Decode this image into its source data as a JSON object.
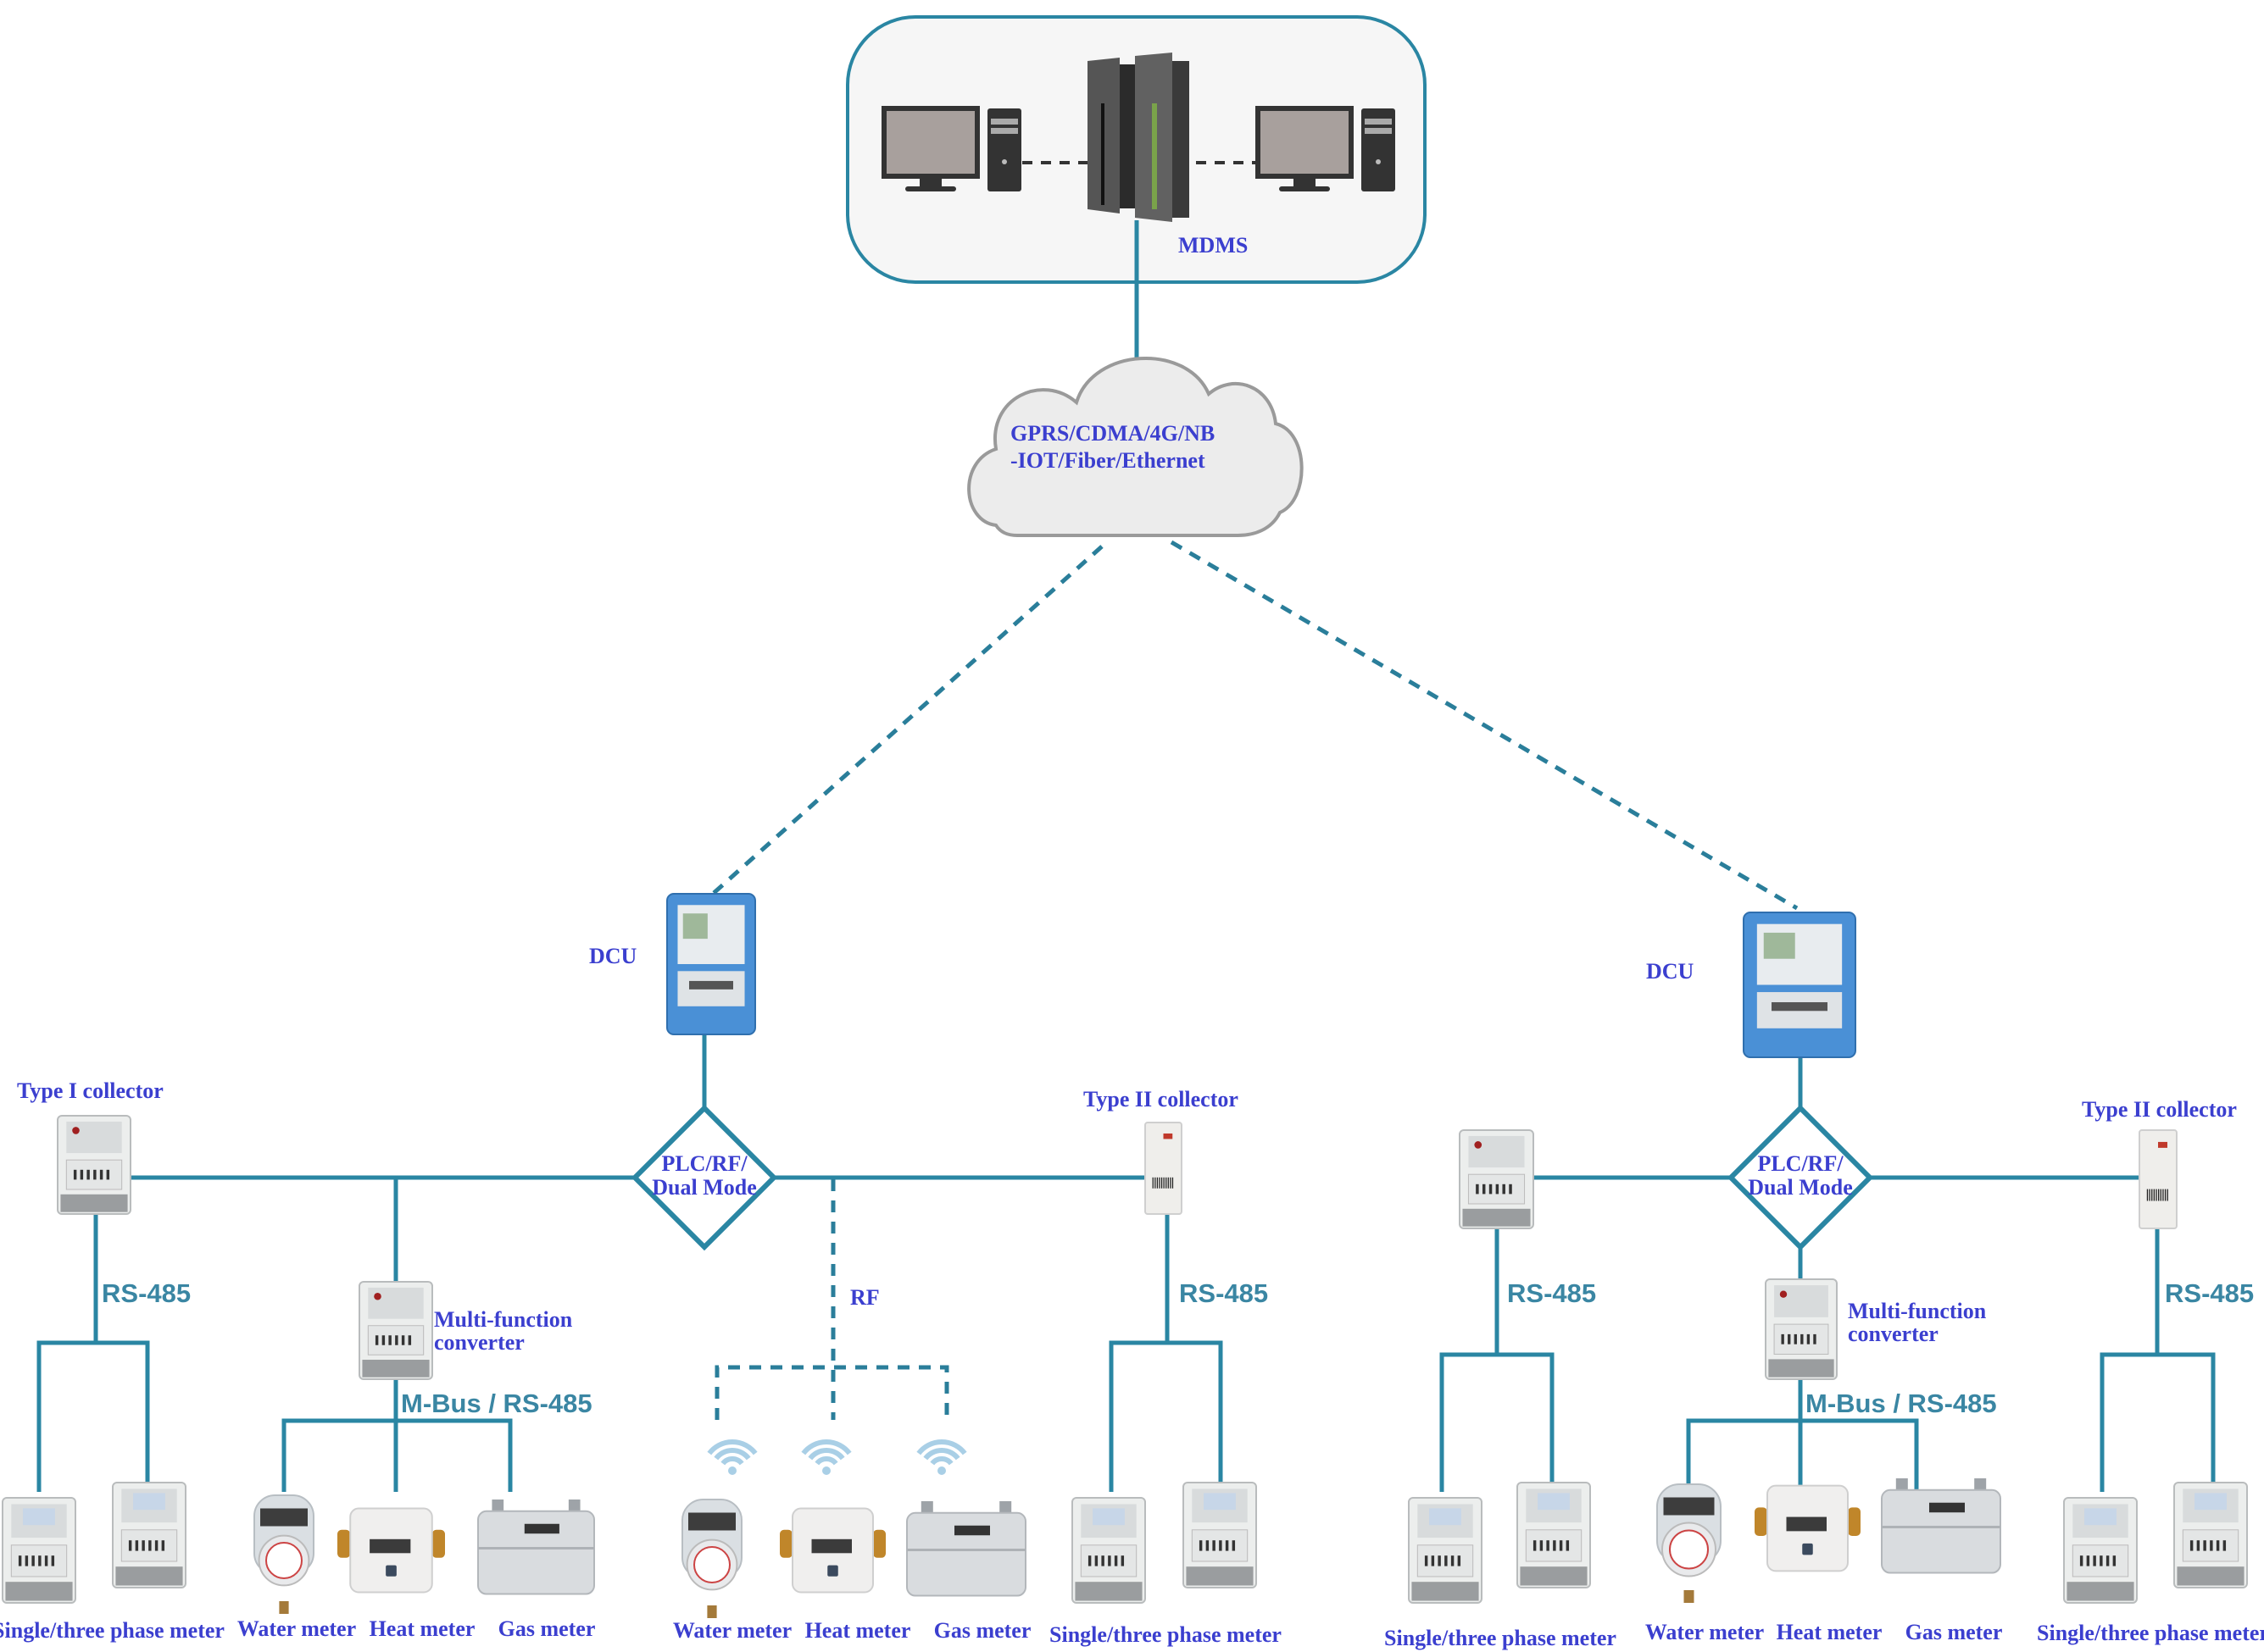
{
  "colors": {
    "line": "#2a86a3",
    "label": "#3b3fcf",
    "protocol": "#3a86a3",
    "dcu_body": "#4a90d6"
  },
  "head_end": {
    "label": "MDMS",
    "icons": [
      "desktop-pc-icon",
      "server-icon",
      "desktop-pc-icon"
    ]
  },
  "network": {
    "line1": "GPRS/CDMA/4G/NB",
    "line2": "-IOT/Fiber/Ethernet"
  },
  "left": {
    "dcu_label": "DCU",
    "hub": {
      "line1": "PLC/RF/",
      "line2": "Dual Mode"
    },
    "type1_collector_label": "Type I collector",
    "type2_collector_label": "Type II collector",
    "rs485_a": "RS-485",
    "rs485_b": "RS-485",
    "converter": {
      "line1": "Multi-function",
      "line2": "converter"
    },
    "mbus_label": "M-Bus / RS-485",
    "rf_label": "RF",
    "meters": {
      "group1": "Single/three phase meter",
      "water": "Water meter",
      "heat": "Heat meter",
      "gas": "Gas meter",
      "rf_water": "Water meter",
      "rf_heat": "Heat meter",
      "rf_gas": "Gas meter",
      "group2": "Single/three phase meter"
    }
  },
  "right": {
    "dcu_label": "DCU",
    "hub": {
      "line1": "PLC/RF/",
      "line2": "Dual Mode"
    },
    "type2_collector_label": "Type II collector",
    "rs485_a": "RS-485",
    "rs485_b": "RS-485",
    "converter": {
      "line1": "Multi-function",
      "line2": "converter"
    },
    "mbus_label": "M-Bus / RS-485",
    "meters": {
      "group1": "Single/three phase meter",
      "water": "Water meter",
      "heat": "Heat meter",
      "gas": "Gas meter",
      "group2": "Single/three phase meter"
    }
  }
}
